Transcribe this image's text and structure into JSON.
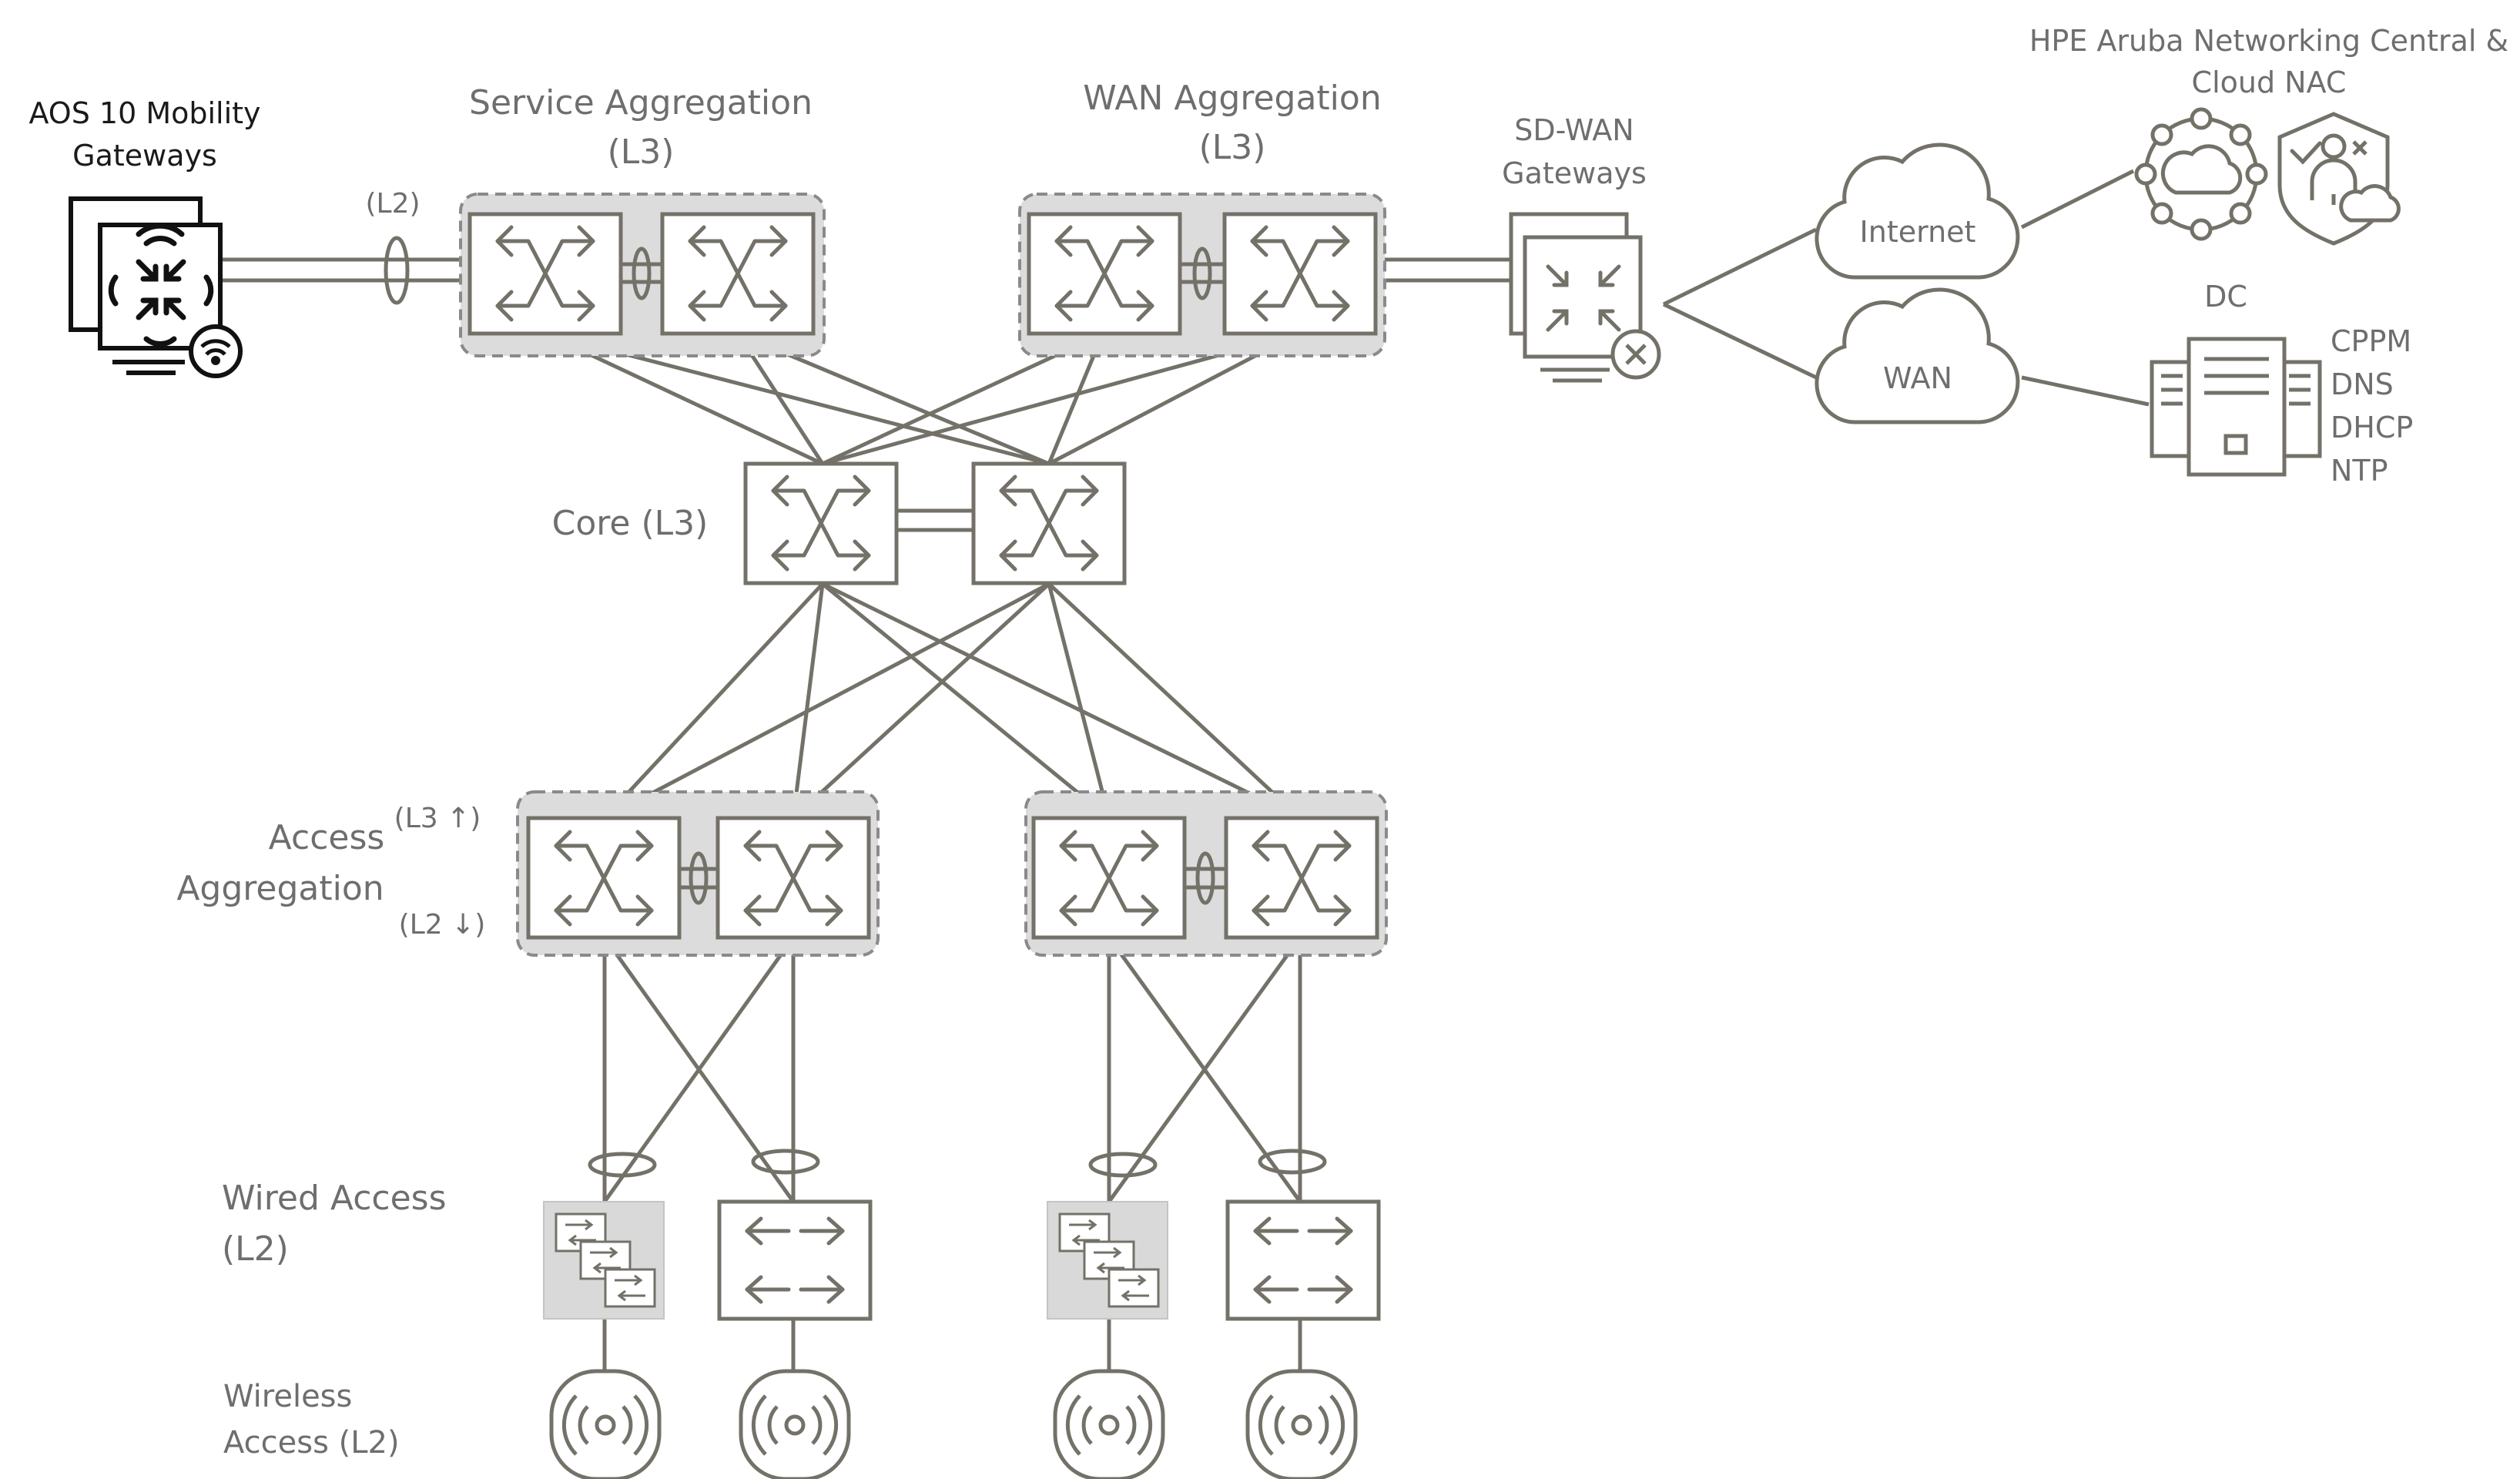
{
  "labels": {
    "mobility_gateways_line1": "AOS 10 Mobility",
    "mobility_gateways_line2": "Gateways",
    "l2_link": "(L2)",
    "service_aggregation": "Service Aggregation",
    "service_aggregation_layer": "(L3)",
    "wan_aggregation": "WAN Aggregation",
    "wan_aggregation_layer": "(L3)",
    "sdwan_line1": "SD-WAN",
    "sdwan_line2": "Gateways",
    "central_line1": "HPE Aruba Networking  Central &",
    "central_line2": "Cloud NAC",
    "internet": "Internet",
    "wan": "WAN",
    "dc": "DC",
    "dc_services": [
      "CPPM",
      "DNS",
      "DHCP",
      "NTP"
    ],
    "core": "Core (L3)",
    "access_aggregation_line1": "Access",
    "access_aggregation_line2": "Aggregation",
    "l3_up": "(L3 ↑)",
    "l2_down": "(L2 ↓)",
    "wired_access_line1": "Wired Access",
    "wired_access_line2": "(L2)",
    "wireless_access_line1": "Wireless",
    "wireless_access_line2": "Access (L2)"
  },
  "colors": {
    "line": "#737168",
    "group_fill": "#dcdcdc",
    "stack_fill": "#d9d9d9",
    "text": "#6e6e6e",
    "text_dark": "#1a1a1a"
  }
}
